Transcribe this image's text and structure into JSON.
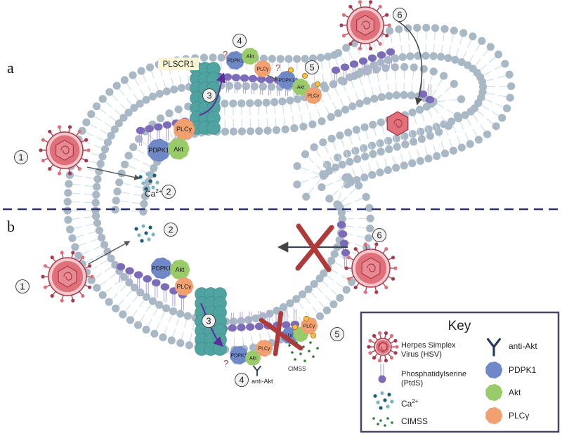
{
  "panels": {
    "a": "a",
    "b": "b"
  },
  "steps": {
    "s1": "1",
    "s2": "2",
    "s3": "3",
    "s4": "4",
    "s5": "5",
    "s6": "6"
  },
  "labels": {
    "plscr1": "PLSCR1",
    "ca": "Ca",
    "ca_sup": "2+",
    "pdpk1": "PDPK1",
    "akt": "Akt",
    "plcg": "PLCγ",
    "qmark": "?",
    "anti_akt": "anti-Akt",
    "cimss": "CIMSS",
    "pdp_partial": "PDP"
  },
  "key": {
    "title": "Key",
    "hsv_line1": "Herpes Simplex",
    "hsv_line2": "Virus (HSV)",
    "ptds_line1": "Phosphatidylserine",
    "ptds_line2": "(PtdS)",
    "ca": "Ca",
    "ca_sup": "2+",
    "cimss": "CIMSS",
    "anti_akt": "anti-Akt",
    "pdpk1": "PDPK1",
    "akt": "Akt",
    "plcg": "PLCγ"
  },
  "colors": {
    "lipid_head": "#a8b8c4",
    "ps_head": "#7b6bb8",
    "tail": "#c6dde6",
    "ps_tail": "#b3a8d8",
    "virus": "#e0707a",
    "virus_dark": "#a83a4c",
    "plscr1": "#4fa3a0",
    "pdpk1": "#6f88c8",
    "akt": "#9acb6a",
    "plcg": "#f2a070",
    "ca": "#1f5f75",
    "cimss": "#2f7a3a",
    "divider": "#2b2f6b",
    "block": "#b03a3a"
  }
}
